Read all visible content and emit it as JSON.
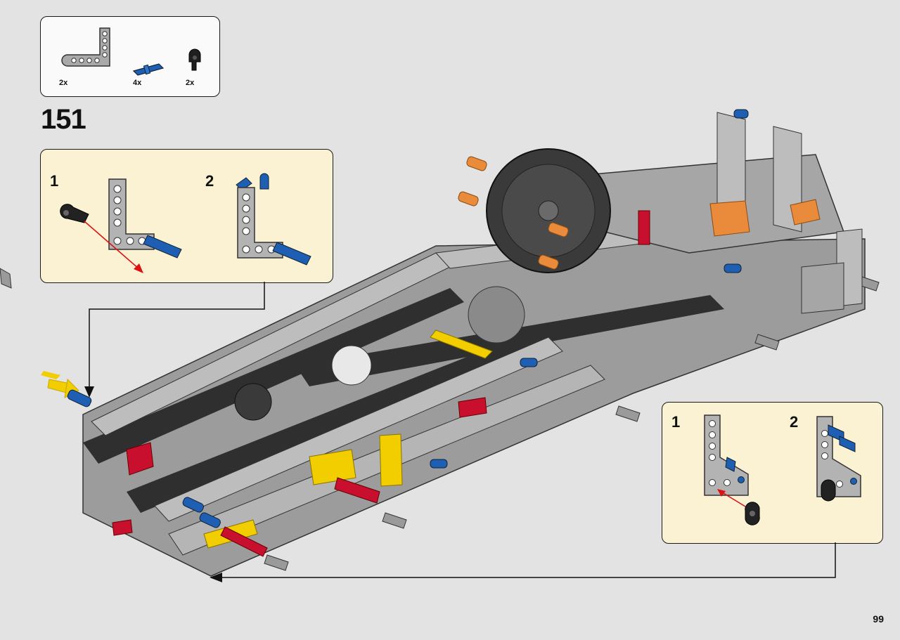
{
  "parts_list": {
    "items": [
      {
        "name": "light-gray-l-beam",
        "qty": "2x",
        "color": "#a9a9a9"
      },
      {
        "name": "blue-axle-pin",
        "qty": "4x",
        "color": "#1e5fb4"
      },
      {
        "name": "black-angle-connector",
        "qty": "2x",
        "color": "#1f1f1f"
      }
    ]
  },
  "step": {
    "number": "151"
  },
  "callout_left": {
    "steps": [
      {
        "label": "1"
      },
      {
        "label": "2"
      }
    ]
  },
  "callout_right": {
    "steps": [
      {
        "label": "1"
      },
      {
        "label": "2"
      }
    ]
  },
  "page": {
    "number": "99"
  },
  "colors": {
    "background": "#e3e3e3",
    "callout_fill": "#faf2d3",
    "light_gray": "#a9a9a9",
    "dark_gray": "#3a3a3a",
    "blue": "#1e5fb4",
    "red": "#c8102e",
    "yellow": "#f2cd00",
    "orange": "#e98b3a"
  }
}
